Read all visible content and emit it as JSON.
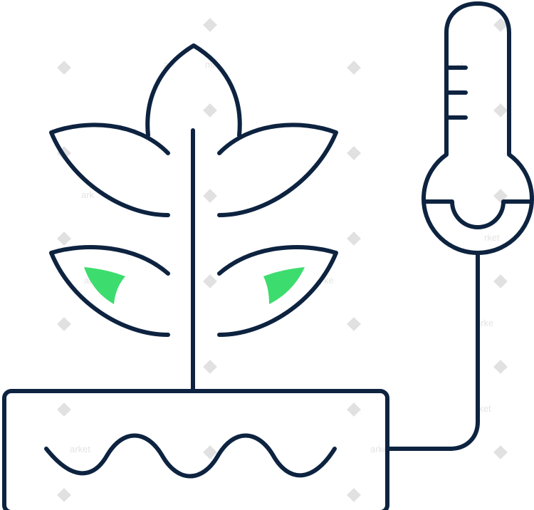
{
  "illustration": {
    "subject": "plant-in-planter-with-thermometer",
    "colors": {
      "outline": "#0d2340",
      "leaf_accent": "#3ddc6e",
      "background": "#ffffff",
      "watermark": "#c9c9c9"
    }
  },
  "watermark": {
    "text_fragments": [
      "el",
      "ark",
      "arket",
      "rket",
      "an",
      "ma",
      "ke",
      "arke",
      "arket",
      "arket",
      "rket"
    ]
  }
}
